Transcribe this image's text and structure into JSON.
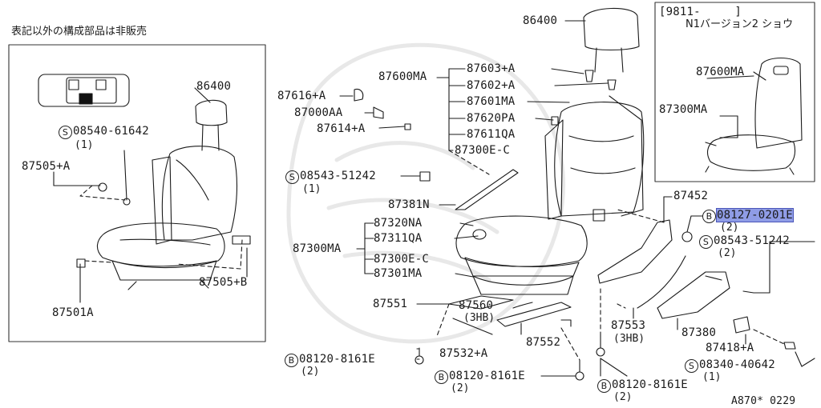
{
  "note_left": "表記以外の構成部品は非販売",
  "inset": {
    "code": "[9811-　　　]",
    "title": "N1バージョン2 ショウ",
    "labels": [
      "87600MA",
      "87300MA"
    ]
  },
  "left_box": {
    "labels": [
      "86400",
      "87505+A",
      "87505+B",
      "87501A"
    ],
    "screw": {
      "symbol": "S",
      "part": "08540-61642",
      "qty": "(1)"
    }
  },
  "main_labels": {
    "headrest": "86400",
    "p87616A": "87616+A",
    "p87000AA": "87000AA",
    "p87614A": "87614+A",
    "p87600MA": "87600MA",
    "p87603A": "87603+A",
    "p87602A": "87602+A",
    "p87601MA": "87601MA",
    "p87620PA": "87620PA",
    "p87611QA": "87611QA",
    "p87300E_top": "87300E",
    "p87381N": "87381N",
    "p87300MA": "87300MA",
    "p87320NA": "87320NA",
    "p87311QA": "87311QA",
    "p87300E_mid": "87300E",
    "p87301MA": "87301MA",
    "p87551": "87551",
    "p87560": "87560",
    "p87560_sub": "(3HB)",
    "p87532A": "87532+A",
    "p87552": "87552",
    "p87452": "87452",
    "p87553": "87553",
    "p87553_sub": "(3HB)",
    "p87380": "87380",
    "p87418A": "87418+A",
    "clip_c": "C"
  },
  "fasteners": [
    {
      "id": "s1",
      "symbol": "S",
      "part": "08543-51242",
      "qty": "(1)"
    },
    {
      "id": "b_hl",
      "symbol": "B",
      "part": "08127-0201E",
      "qty": "(2)"
    },
    {
      "id": "s2",
      "symbol": "S",
      "part": "08543-51242",
      "qty": "(2)"
    },
    {
      "id": "s3",
      "symbol": "S",
      "part": "08340-40642",
      "qty": "(1)"
    },
    {
      "id": "b1",
      "symbol": "B",
      "part": "08120-8161E",
      "qty": "(2)"
    },
    {
      "id": "b2",
      "symbol": "B",
      "part": "08120-8161E",
      "qty": "(2)"
    },
    {
      "id": "b3",
      "symbol": "B",
      "part": "08120-8161E",
      "qty": "(2)"
    }
  ],
  "diagram_code": "A870* 0229",
  "colors": {
    "line": "#1a1a1a",
    "highlight": "#8f9ce6"
  }
}
